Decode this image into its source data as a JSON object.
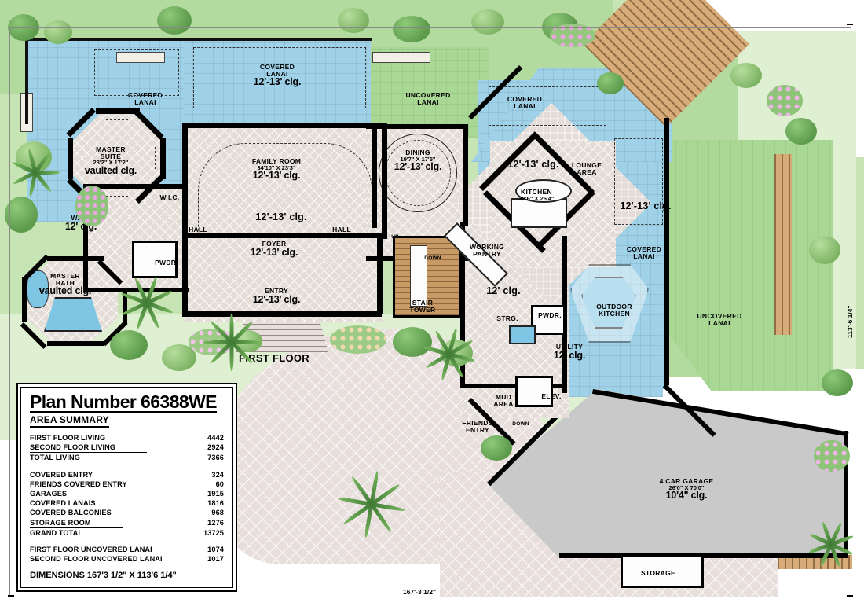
{
  "plan": {
    "first_floor_label": "FIRST FLOOR",
    "dim_bottom": "167'-3 1/2\"",
    "dim_right": "113'-6 1/4\""
  },
  "summary": {
    "title": "Plan Number 66388WE",
    "subtitle": "AREA SUMMARY",
    "rows": [
      {
        "label": "FIRST FLOOR LIVING",
        "value": "4442",
        "rule": false
      },
      {
        "label": "SECOND FLOOR LIVING",
        "value": "2924",
        "rule": true
      },
      {
        "label": "TOTAL LIVING",
        "value": "7366",
        "rule": false
      }
    ],
    "rows2": [
      {
        "label": "COVERED ENTRY",
        "value": "324",
        "rule": false
      },
      {
        "label": "FRIENDS COVERED ENTRY",
        "value": "60",
        "rule": false
      },
      {
        "label": "GARAGES",
        "value": "1915",
        "rule": false
      },
      {
        "label": "COVERED LANAIS",
        "value": "1816",
        "rule": false
      },
      {
        "label": "COVERED BALCONIES",
        "value": "968",
        "rule": false
      },
      {
        "label": "STORAGE ROOM",
        "value": "1276",
        "rule": true
      },
      {
        "label": "GRAND TOTAL",
        "value": "13725",
        "rule": false
      }
    ],
    "rows3": [
      {
        "label": "FIRST FLOOR UNCOVERED LANAI",
        "value": "1074",
        "rule": false
      },
      {
        "label": "SECOND FLOOR UNCOVERED LANAI",
        "value": "1017",
        "rule": false
      }
    ],
    "dimensions": "DIMENSIONS 167'3 1/2\" X 113'6 1/4\""
  },
  "rooms": [
    {
      "id": "covered-lanai-left",
      "name": "COVERED\nLANAI",
      "dims": "",
      "clg": ""
    },
    {
      "id": "covered-lanai-north",
      "name": "COVERED\nLANAI",
      "dims": "",
      "clg": "12'-13' clg."
    },
    {
      "id": "uncovered-lanai-north",
      "name": "UNCOVERED\nLANAI",
      "dims": "",
      "clg": ""
    },
    {
      "id": "covered-lanai-ne",
      "name": "COVERED\nLANAI",
      "dims": "",
      "clg": ""
    },
    {
      "id": "covered-lanai-east",
      "name": "COVERED\nLANAI",
      "dims": "",
      "clg": "12'-13' clg."
    },
    {
      "id": "uncovered-lanai-east",
      "name": "UNCOVERED\nLANAI",
      "dims": "",
      "clg": ""
    },
    {
      "id": "master-suite",
      "name": "MASTER\nSUITE",
      "dims": "23'2\" X 17'2\"",
      "clg": "vaulted clg."
    },
    {
      "id": "master-bath",
      "name": "MASTER\nBATH",
      "dims": "",
      "clg": "vaulted clg."
    },
    {
      "id": "wic-left",
      "name": "W.I.C.",
      "dims": "",
      "clg": "12' clg."
    },
    {
      "id": "wic-right",
      "name": "W.I.C.",
      "dims": "",
      "clg": ""
    },
    {
      "id": "family-room",
      "name": "FAMILY ROOM",
      "dims": "34'10\" X 23'3\"",
      "clg": "12'-13' clg."
    },
    {
      "id": "dining",
      "name": "DINING",
      "dims": "19'7\" X 17'5\"",
      "clg": "12'-13' clg."
    },
    {
      "id": "kitchen",
      "name": "KITCHEN",
      "dims": "28'6\" X 26'4\"",
      "clg": "12'-13' clg."
    },
    {
      "id": "lounge-area",
      "name": "LOUNGE\nAREA",
      "dims": "",
      "clg": ""
    },
    {
      "id": "foyer",
      "name": "FOYER",
      "dims": "",
      "clg": "12'-13' clg."
    },
    {
      "id": "entry",
      "name": "ENTRY",
      "dims": "",
      "clg": "12'-13' clg."
    },
    {
      "id": "hall-left",
      "name": "HALL",
      "dims": "",
      "clg": ""
    },
    {
      "id": "hall-right",
      "name": "HALL",
      "dims": "",
      "clg": ""
    },
    {
      "id": "powder-center",
      "name": "PWDR.",
      "dims": "",
      "clg": ""
    },
    {
      "id": "powder-east",
      "name": "PWDR.",
      "dims": "",
      "clg": ""
    },
    {
      "id": "stair-tower",
      "name": "STAIR\nTOWER",
      "dims": "",
      "clg": ""
    },
    {
      "id": "working-pantry",
      "name": "WORKING\nPANTRY",
      "dims": "",
      "clg": "12' clg."
    },
    {
      "id": "storage-small",
      "name": "STRG.",
      "dims": "",
      "clg": ""
    },
    {
      "id": "utility",
      "name": "UTILITY",
      "dims": "",
      "clg": "12' clg."
    },
    {
      "id": "elevator",
      "name": "ELEV.",
      "dims": "",
      "clg": ""
    },
    {
      "id": "mud-area",
      "name": "MUD\nAREA",
      "dims": "",
      "clg": ""
    },
    {
      "id": "friends-entry",
      "name": "FRIENDS\nENTRY",
      "dims": "",
      "clg": ""
    },
    {
      "id": "outdoor-kitchen",
      "name": "OUTDOOR\nKITCHEN",
      "dims": "",
      "clg": ""
    },
    {
      "id": "garage",
      "name": "4 CAR GARAGE",
      "dims": "26'0\" X 70'0\"",
      "clg": "10'4\" clg."
    },
    {
      "id": "storage-garage",
      "name": "STORAGE",
      "dims": "",
      "clg": ""
    }
  ],
  "labels": {
    "covered_lanai": "COVERED LANAI",
    "uncovered_lanai": "UNCOVERED LANAI",
    "master_suite": "MASTER SUITE",
    "master_suite_dims": "23'2\" X 17'2\"",
    "vaulted": "vaulted clg.",
    "wic": "W.I.C.",
    "clg12": "12' clg.",
    "clg1213": "12'-13' clg.",
    "family_room": "FAMILY ROOM",
    "family_room_dims": "34'10\" X 23'3\"",
    "dining": "DINING",
    "dining_dims": "19'7\" X 17'5\"",
    "kitchen": "KITCHEN",
    "kitchen_dims": "28'6\" X 26'4\"",
    "lounge_area": "LOUNGE AREA",
    "foyer": "FOYER",
    "entry": "ENTRY",
    "hall": "HALL",
    "powder": "PWDR.",
    "stair_tower": "STAIR TOWER",
    "working_pantry": "WORKING PANTRY",
    "strg": "STRG.",
    "utility": "UTILITY",
    "elev": "ELEV.",
    "mud_area": "MUD AREA",
    "friends_entry": "FRIENDS ENTRY",
    "outdoor_kitchen": "OUTDOOR KITCHEN",
    "garage": "4 CAR GARAGE",
    "garage_dims": "26'0\" X 70'0\"",
    "garage_clg": "10'4\" clg.",
    "storage": "STORAGE",
    "master_bath": "MASTER BATH",
    "up": "UP",
    "down": "DOWN",
    "down2": "DOWN"
  },
  "colors": {
    "paver_blue": "#9fd2e8",
    "grass_green": "#a9d894",
    "tile_beige": "#e4dcd6",
    "garage_gray": "#c9c9c9",
    "wall_black": "#000000",
    "lawn": "#c7e4b4"
  }
}
